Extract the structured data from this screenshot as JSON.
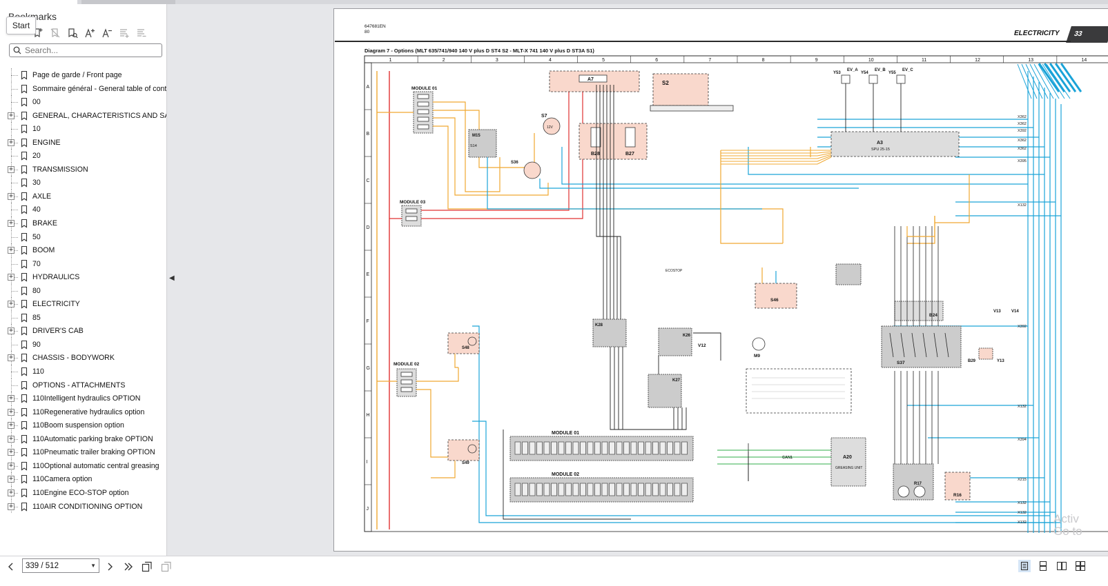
{
  "sidebar": {
    "title": "Bookmarks",
    "tooltip": "Start",
    "search_placeholder": "Search...",
    "items": [
      {
        "label": "Page de garde / Front page",
        "expandable": false
      },
      {
        "label": "Sommaire général - General table of content",
        "expandable": false
      },
      {
        "label": "00",
        "expandable": false
      },
      {
        "label": "GENERAL, CHARACTERISTICS AND SAFETY",
        "expandable": true
      },
      {
        "label": "10",
        "expandable": false
      },
      {
        "label": "ENGINE",
        "expandable": true
      },
      {
        "label": "20",
        "expandable": false
      },
      {
        "label": "TRANSMISSION",
        "expandable": true
      },
      {
        "label": "30",
        "expandable": false
      },
      {
        "label": "AXLE",
        "expandable": true
      },
      {
        "label": "40",
        "expandable": false
      },
      {
        "label": "BRAKE",
        "expandable": true
      },
      {
        "label": "50",
        "expandable": false
      },
      {
        "label": "BOOM",
        "expandable": true
      },
      {
        "label": "70",
        "expandable": false
      },
      {
        "label": "HYDRAULICS",
        "expandable": true
      },
      {
        "label": "80",
        "expandable": false
      },
      {
        "label": "ELECTRICITY",
        "expandable": true
      },
      {
        "label": "85",
        "expandable": false
      },
      {
        "label": "DRIVER'S CAB",
        "expandable": true
      },
      {
        "label": "90",
        "expandable": false
      },
      {
        "label": "CHASSIS - BODYWORK",
        "expandable": true
      },
      {
        "label": "110",
        "expandable": false
      },
      {
        "label": "OPTIONS - ATTACHMENTS",
        "expandable": false
      },
      {
        "label": "110Intelligent hydraulics OPTION",
        "expandable": true
      },
      {
        "label": "110Regenerative hydraulics option",
        "expandable": true
      },
      {
        "label": "110Boom suspension option",
        "expandable": true
      },
      {
        "label": "110Automatic parking brake OPTION",
        "expandable": true
      },
      {
        "label": "110Pneumatic trailer braking OPTION",
        "expandable": true
      },
      {
        "label": "110Optional automatic central greasing",
        "expandable": true
      },
      {
        "label": "110Camera option",
        "expandable": true
      },
      {
        "label": "110Engine ECO-STOP option",
        "expandable": true
      },
      {
        "label": "110AIR CONDITIONING OPTION",
        "expandable": true
      }
    ]
  },
  "document": {
    "doc_code": "647681EN",
    "doc_sub": "80",
    "section": "ELECTRICITY",
    "page_number": "33",
    "diagram_title": "Diagram 7 - Options (MLT 635/741/940 140 V plus D ST4 S2 - MLT-X 741 140 V plus D ST3A S1)",
    "columns": [
      "1",
      "2",
      "3",
      "4",
      "5",
      "6",
      "7",
      "8",
      "9",
      "10",
      "11",
      "12",
      "13",
      "14"
    ],
    "rows": [
      "A",
      "B",
      "C",
      "D",
      "E",
      "F",
      "G",
      "H",
      "I",
      "J"
    ],
    "labels": {
      "module01": "MODULE 01",
      "module02": "MODULE 02",
      "module03": "MODULE 03",
      "module01_bar": "MODULE 01",
      "module02_bar": "MODULE 02",
      "a7": "A7",
      "s2": "S2",
      "a3": "A3",
      "a3_sub": "SPU 25-15",
      "a20": "A20",
      "a20_sub": "GREASING UNIT",
      "s7": "S7",
      "s7_val": "12V",
      "s14": "S14",
      "m15": "M15",
      "s36": "S36",
      "b28": "B28",
      "b27": "B27",
      "s48": "S48",
      "s49": "S49",
      "k28": "K28",
      "k26": "K26",
      "k27": "K27",
      "v12": "V12",
      "s46": "S46",
      "m9": "M9",
      "s37": "S37",
      "b24": "B24",
      "b29": "B29",
      "r16": "R16",
      "r17": "R17",
      "v13": "V13",
      "v14": "V14",
      "y13": "Y13",
      "y53": "Y53",
      "y54": "Y54",
      "y55": "Y55",
      "ev_a": "EV_A",
      "ev_b": "EV_B",
      "ev_c": "EV_C",
      "can1": "CAN1",
      "x362": "X362",
      "x392": "X392",
      "x132": "X132",
      "x394": "X394",
      "x215": "X215",
      "x395": "X395",
      "eco_stop": "ECOSTOP"
    }
  },
  "watermark": {
    "line1": "Activ",
    "line2": "Go to"
  },
  "statusbar": {
    "page_field": "339 / 512"
  },
  "colors": {
    "orange": "#f0a830",
    "red": "#e03030",
    "blue": "#1aa3d8",
    "dark": "#222222",
    "salmon": "#f9d8cc",
    "grey_box": "#c8c8c8"
  }
}
